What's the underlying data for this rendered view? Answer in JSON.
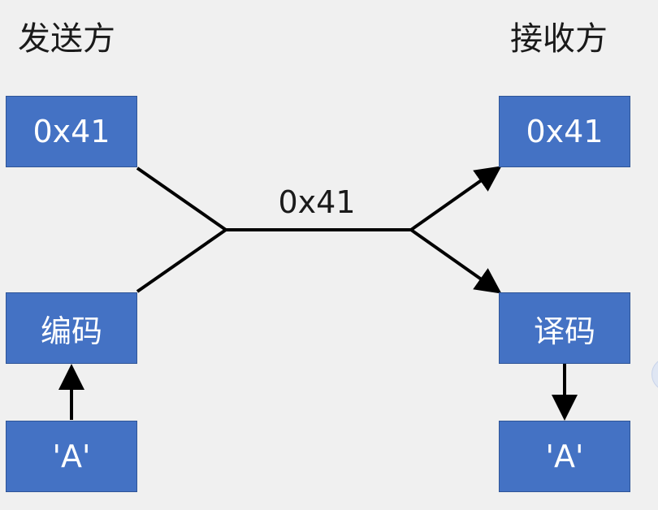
{
  "sender": {
    "title": "发送方",
    "hex_box": "0x41",
    "encode_box": "编码",
    "char_box": "'A'"
  },
  "receiver": {
    "title": "接收方",
    "hex_box": "0x41",
    "decode_box": "译码",
    "char_box": "'A'"
  },
  "channel": {
    "label": "0x41"
  },
  "colors": {
    "box_fill": "#4472c4",
    "box_text": "#ffffff",
    "line": "#000000",
    "background": "#f0f0f0"
  }
}
